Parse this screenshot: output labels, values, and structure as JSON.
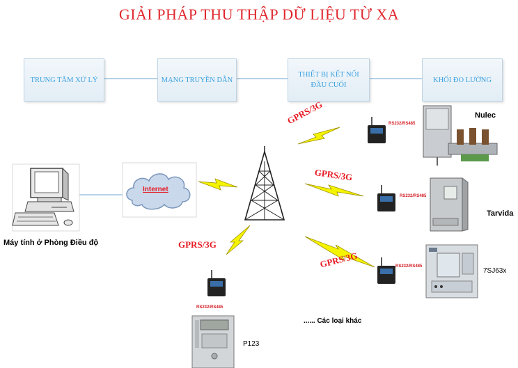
{
  "title": "GIẢI PHÁP THU THẬP DỮ LIỆU TỪ XA",
  "header_boxes": [
    "TRUNG TÂM XỬ LÝ",
    "MẠNG TRUYỀN DẪN",
    "THIẾT BỊ KẾT NỐI ĐẦU CUỐI",
    "KHỐI ĐO LƯỜNG"
  ],
  "computer_label": "Máy tính ở Phòng Điều độ",
  "internet_label": "Internet",
  "link_label": "GPRS/3G",
  "port_label": "RS232/RS485",
  "devices": {
    "nulec": "Nulec",
    "tarvida": "Tarvida",
    "relay_7sj": "7SJ63x",
    "p123": "P123",
    "others": "...... Các loại khác"
  },
  "colors": {
    "title": "#e0282e",
    "header_text": "#3aa0e0",
    "link_text": "#e61c24",
    "bolt": "#f4f400"
  }
}
